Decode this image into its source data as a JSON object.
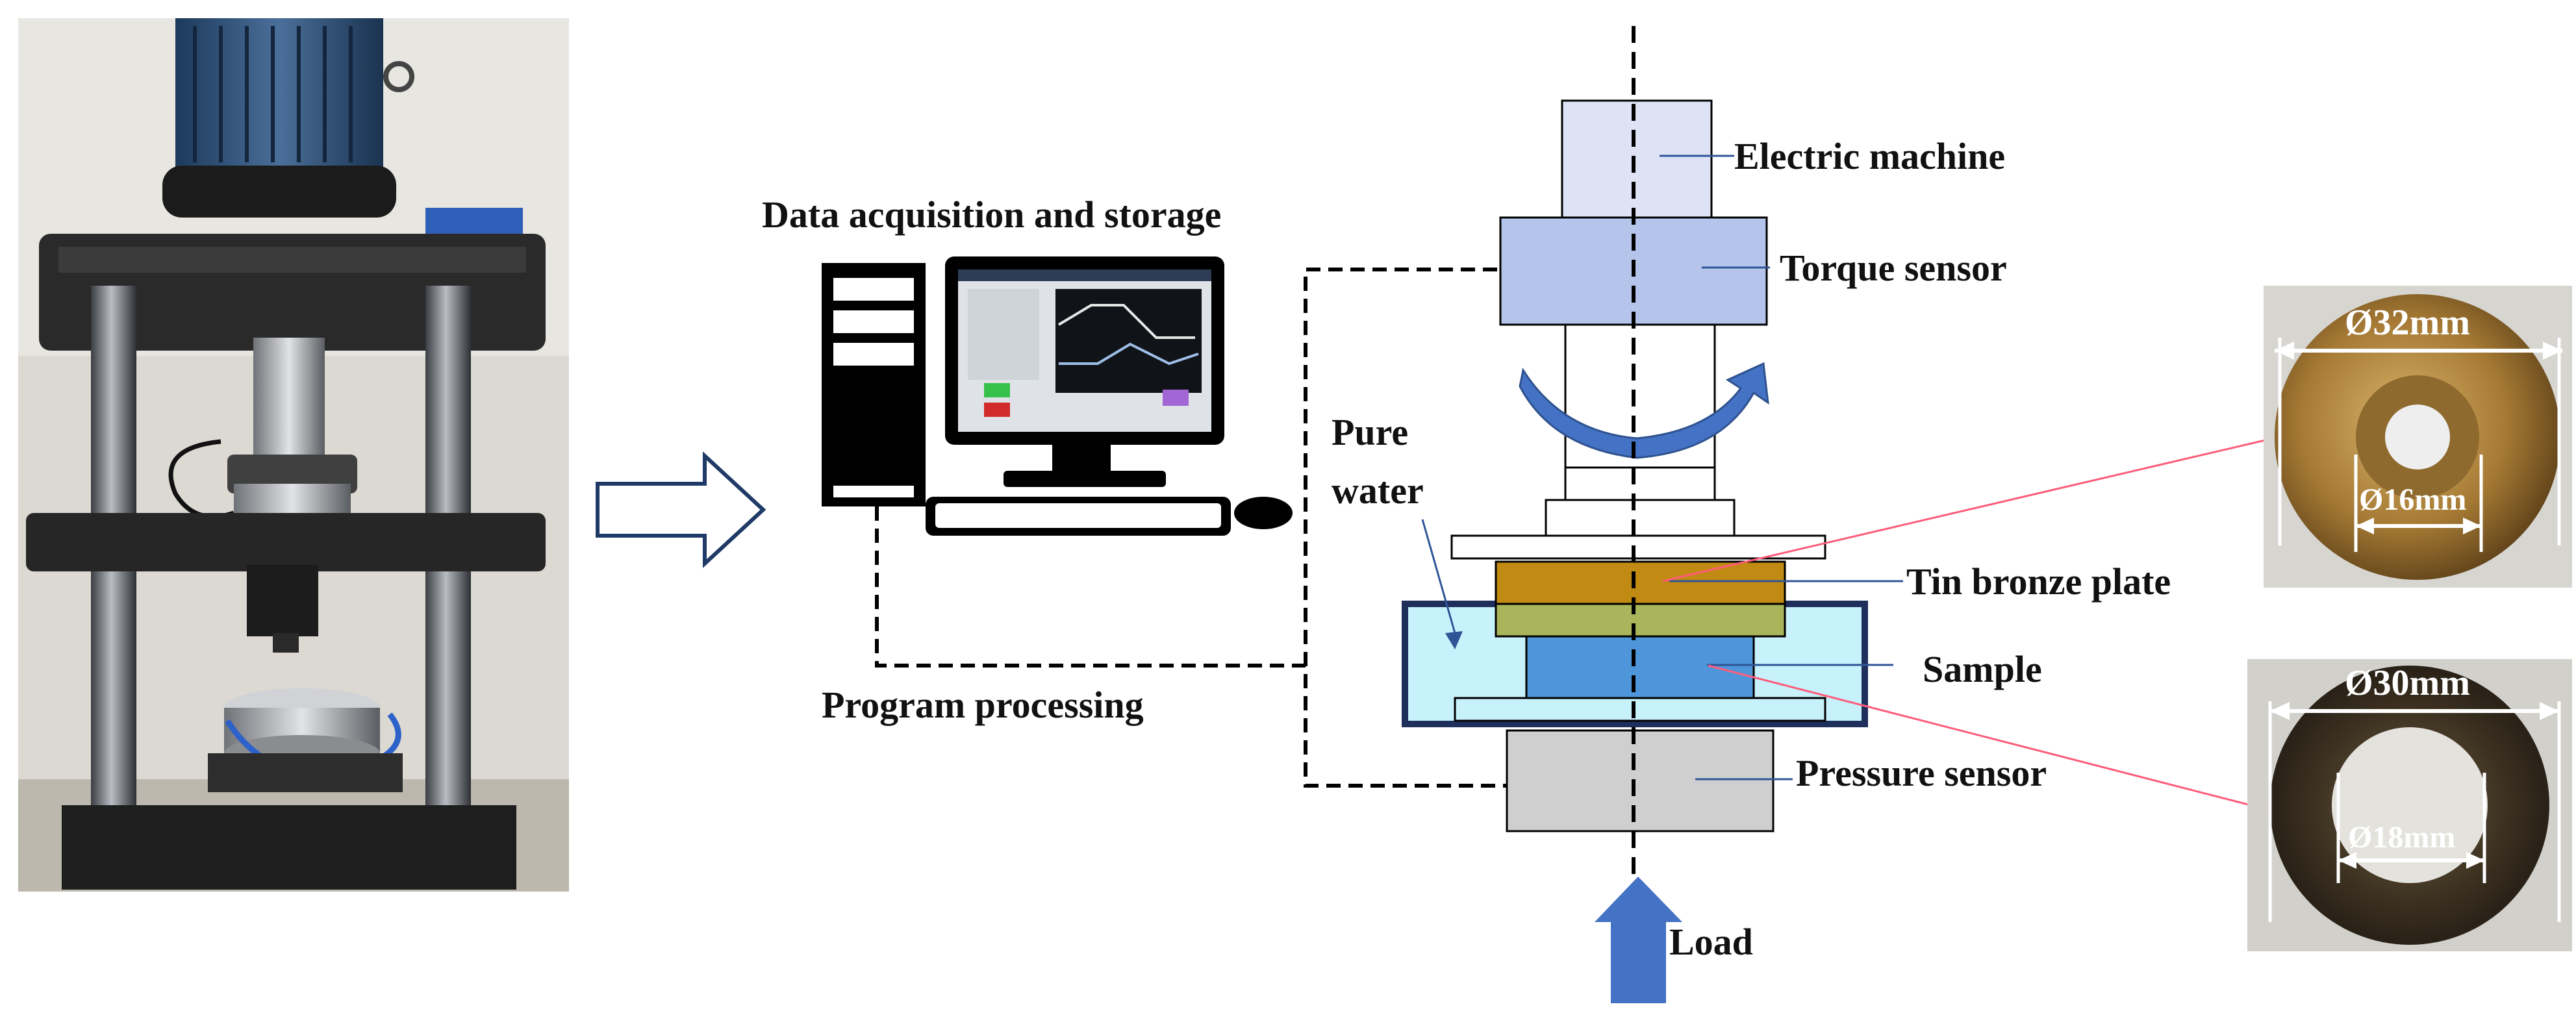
{
  "labels": {
    "data_acquisition": "Data acquisition and storage",
    "program_processing": "Program processing",
    "electric_machine": "Electric machine",
    "torque_sensor": "Torque sensor",
    "pure_water_line1": "Pure",
    "pure_water_line2": "water",
    "tin_bronze_plate": "Tin bronze plate",
    "sample": "Sample",
    "pressure_sensor": "Pressure sensor",
    "load": "Load"
  },
  "dimensions": {
    "plate_outer": "Ø32mm",
    "plate_inner": "Ø16mm",
    "sample_outer": "Ø30mm",
    "sample_inner": "Ø18mm"
  },
  "colors": {
    "electric_machine": "#dde3f5",
    "torque_sensor": "#b5c4ea",
    "tin_bronze": "#c18a12",
    "sample_top": "#a9b55a",
    "sample": "#4e95d9",
    "water": "#c7f1fb",
    "pressure_sensor": "#cfcfcf",
    "arrow_blue": "#4472c4",
    "lead_red": "#ff5c7a",
    "frame_navy": "#1f2f5c"
  },
  "icons": {
    "photo": "test-rig-photo",
    "flow_arrow": "outline-right-arrow-icon",
    "computer": "desktop-computer-icon",
    "rotation": "rotation-arrow-icon",
    "load_arrow": "up-arrow-icon"
  }
}
